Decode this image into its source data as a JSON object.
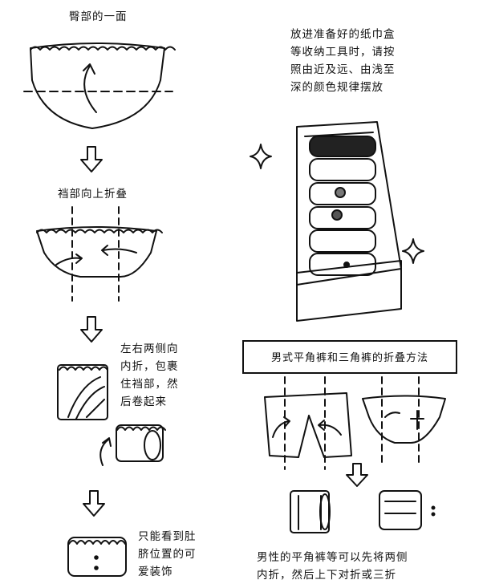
{
  "steps": {
    "hip_side": "臀部的一面",
    "fold_crotch": "裆部向上折叠",
    "fold_sides": [
      "左右两侧向",
      "内折，包裹",
      "住裆部，然",
      "后卷起来"
    ],
    "decoration": [
      "只能看到肚",
      "脐位置的可",
      "爱装饰"
    ]
  },
  "storage_tip": [
    "放进准备好的纸巾盒",
    "等收纳工具时，请按",
    "照由近及远、由浅至",
    "深的颜色规律摆放"
  ],
  "banner": "男式平角裤和三角裤的折叠方法",
  "mens_tip": [
    "男性的平角裤等可以先将两侧",
    "内折，然后上下对折或三折"
  ]
}
